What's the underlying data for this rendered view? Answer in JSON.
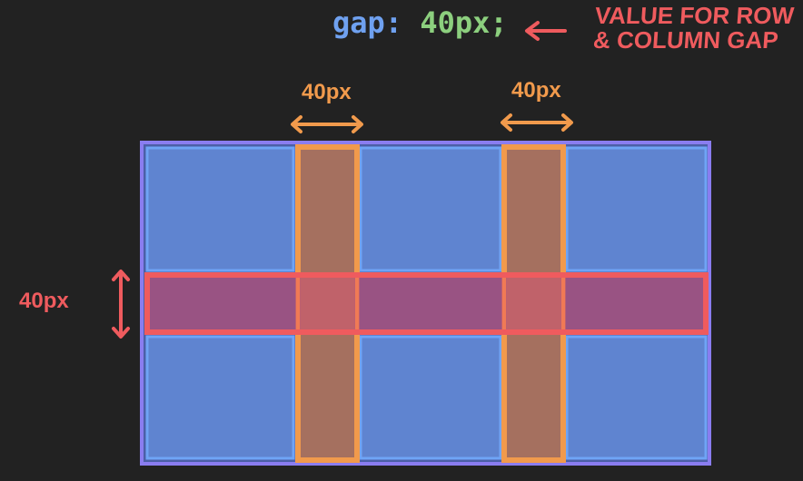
{
  "code": {
    "property": "gap:",
    "value": "40px;"
  },
  "note": {
    "line1": "VALUE FOR ROW",
    "line2": "& COLUMN GAP"
  },
  "labels": {
    "column_gap_1": "40px",
    "column_gap_2": "40px",
    "row_gap": "40px"
  },
  "colors": {
    "background": "#222222",
    "container_border": "#8a7df0",
    "grid_cell_fill": "#5f84d0",
    "grid_cell_border": "#6fa4f6",
    "column_gap_fill": "#a5705f",
    "column_gap_border": "#f19a4c",
    "row_gap_fill": "#a65774",
    "row_gap_border": "#ef5b5e",
    "code_property": "#6fa1f0",
    "code_value": "#8ccf7e"
  },
  "icons": {
    "pointer_arrow": "arrow-left-icon",
    "column_gap_arrow": "double-arrow-horizontal-icon",
    "row_gap_arrow": "double-arrow-vertical-icon"
  }
}
